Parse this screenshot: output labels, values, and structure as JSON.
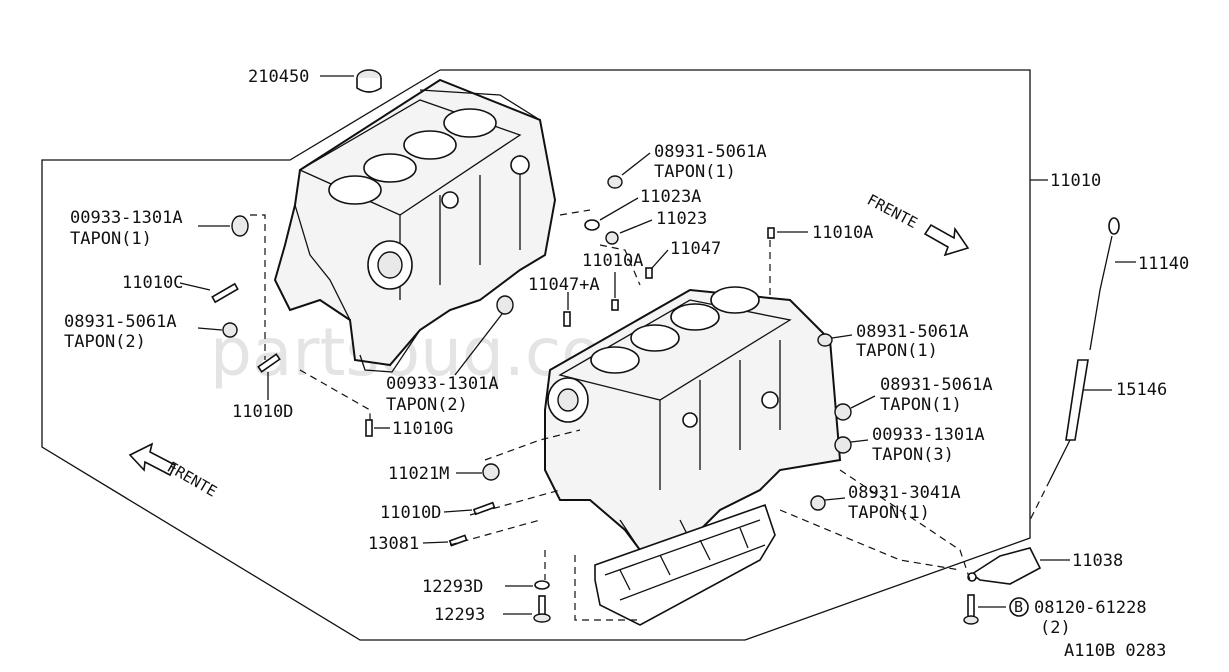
{
  "watermark": "partsouq.com",
  "drawing_code": "A110B 0283",
  "labels": {
    "p210450": "210450",
    "p11010": "11010",
    "p08931_5061A_top": "08931-5061A",
    "tapon1_top": "TAPON(1)",
    "p11023A": "11023A",
    "p11023": "11023",
    "p00933_1301A_left": "00933-1301A",
    "tapon1_left": "TAPON(1)",
    "p11010C": "11010C",
    "p08931_5061A_left": "08931-5061A",
    "tapon2_left": "TAPON(2)",
    "p11010D_left": "11010D",
    "p00933_1301A_mid": "00933-1301A",
    "tapon2_mid": "TAPON(2)",
    "p11010G": "11010G",
    "p11010A_right": "11010A",
    "p11047": "11047",
    "p11010A_mid": "11010A",
    "p11047A": "11047+A",
    "p11140": "11140",
    "p08931_5061A_r1": "08931-5061A",
    "tapon1_r1": "TAPON(1)",
    "p08931_5061A_r2": "08931-5061A",
    "tapon1_r2": "TAPON(1)",
    "p15146": "15146",
    "p00933_1301A_r3": "00933-1301A",
    "tapon3_r3": "TAPON(3)",
    "p11021M": "11021M",
    "p08931_3041A": "08931-3041A",
    "tapon1_r4": "TAPON(1)",
    "p11010D_mid": "11010D",
    "p13081": "13081",
    "p11038": "11038",
    "p12293D": "12293D",
    "p12293": "12293",
    "p08120_61228": "08120-61228",
    "qty2": "(2)",
    "bolt_symbol": "B",
    "frente_left": "FRENTE",
    "frente_right": "FRENTE"
  }
}
